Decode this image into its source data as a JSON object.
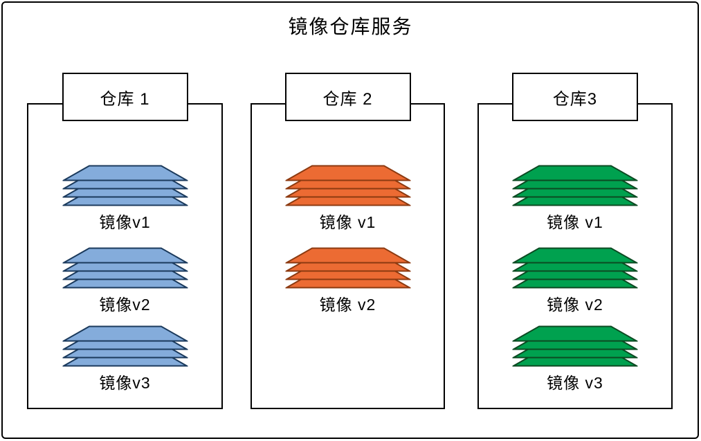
{
  "title": "镜像仓库服务",
  "colors": {
    "frame_border": "#000000",
    "blue_fill": "#84ACDB",
    "blue_stroke": "#1B3A5C",
    "orange_fill": "#EC6B33",
    "orange_stroke": "#8C3A10",
    "green_fill": "#00A14F",
    "green_stroke": "#0C4A22"
  },
  "warehouses": [
    {
      "label": "仓库 1",
      "color": "blue",
      "images": [
        "镜像v1",
        "镜像v2",
        "镜像v3"
      ]
    },
    {
      "label": "仓库 2",
      "color": "orange",
      "images": [
        "镜像 v1",
        "镜像 v2"
      ]
    },
    {
      "label": "仓库3",
      "color": "green",
      "images": [
        "镜像 v1",
        "镜像 v2",
        "镜像 v3"
      ]
    }
  ]
}
